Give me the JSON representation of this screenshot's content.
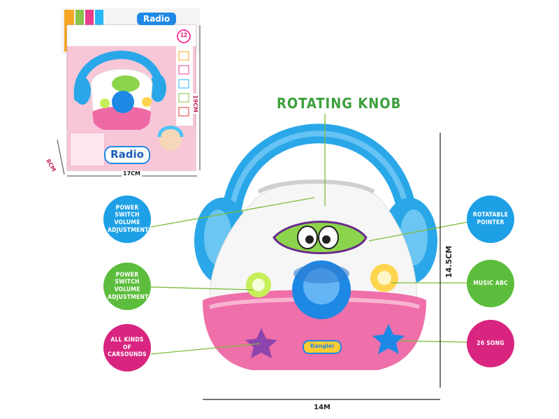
{
  "title": "ROTATING KNOB",
  "box": {
    "brand": "Radio",
    "brand_bottom": "Radio",
    "badge": "12",
    "width": "17CM",
    "height": "19CM",
    "depth": "8CM"
  },
  "product": {
    "width": "14M",
    "height": "14.5CM",
    "logo": "Kanglei"
  },
  "callouts": {
    "power_volume_1": "POWER SWITCH VOLUME ADJUSTMENT",
    "power_volume_2": "POWER SWITCH VOLUME ADJUSTMENT",
    "sounds": "ALL KINDS OF CARSOUNDS",
    "pointer": "ROTATABLE POINTER",
    "music": "MUSIC ABC",
    "songs": "26 SONG"
  },
  "colors": {
    "blue": "#1ea0e6",
    "green": "#5cbd3c",
    "magenta": "#d8257f",
    "title": "#3da03c"
  }
}
